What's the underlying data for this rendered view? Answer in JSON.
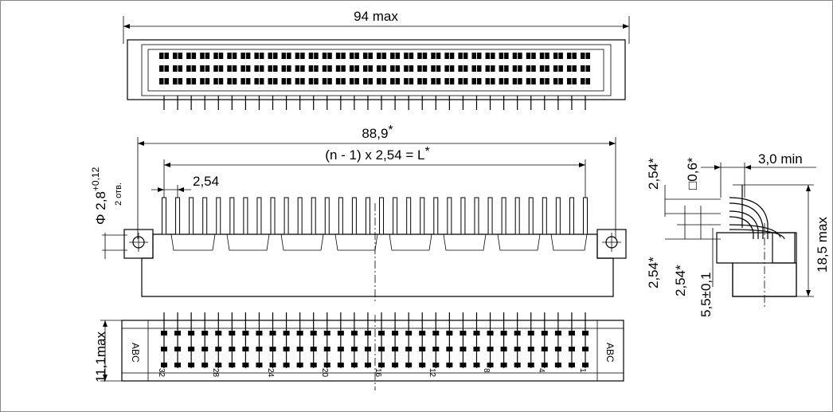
{
  "top_view": {
    "width_label": "94 max"
  },
  "front_view": {
    "overall_label": "88,9",
    "overall_mark": "*",
    "formula_label": "(n - 1) x 2,54 = L",
    "formula_mark": "*",
    "pitch_label": "2,54",
    "hole_diameter_label": "Φ 2,8",
    "hole_tolerance": "+0,12",
    "hole_count_label": "2 отв."
  },
  "bottom_view": {
    "height_label": "11,1max",
    "left_rows_label": "ABC",
    "right_rows_label": "ABC",
    "pin_numbers": [
      "32",
      "28",
      "24",
      "20",
      "16",
      "12",
      "8",
      "4",
      "1"
    ]
  },
  "side_view": {
    "square_pin_label": "□0,6*",
    "min_length_label": "3,0 min",
    "pitch_label_a": "2,54*",
    "pitch_label_b": "2,54*",
    "pitch_label_c": "2,54*",
    "offset_label": "5,5±0,1",
    "max_height_label": "18,5 max"
  }
}
